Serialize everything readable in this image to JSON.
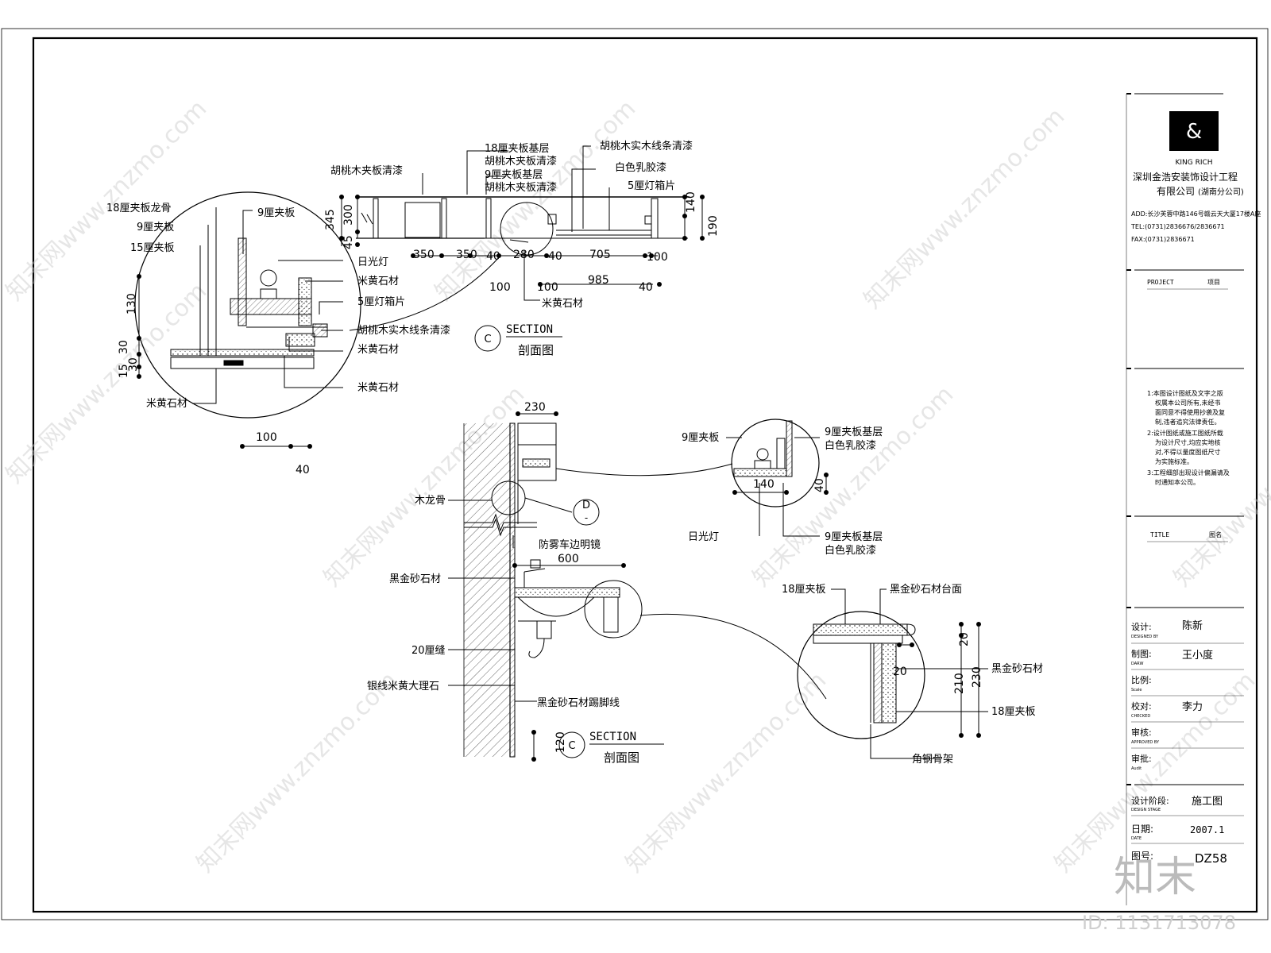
{
  "watermark": {
    "text": "知末网www.znzmo.com",
    "logo": "知末",
    "id": "ID: 1131713078"
  },
  "title_block": {
    "brand": "KING RICH",
    "company_line1": "深圳金浩安装饰设计工程",
    "company_line2": "有限公司",
    "company_branch": "(湖南分公司)",
    "address": "ADD:长沙芙蓉中路146号赣云天大厦17楼A座",
    "tel": "TEL:(0731)2836676/2836671",
    "fax": "FAX:(0731)2836671",
    "project_label_en": "PROJECT",
    "project_label_cn": "项目",
    "notes": [
      "1:本图设计图纸及文字之版",
      "权属本公司所有,未经书",
      "面同意不得使用抄袭及复",
      "制,违者追究法律责任。",
      "2:设计图纸或施工图纸所载",
      "为设计尺寸,均应实地核",
      "对,不得以量度图纸尺寸",
      "为实施标准。",
      "3:工程细部出现设计偏漏请及",
      "时通知本公司。"
    ],
    "title_label_en": "TITLE",
    "title_label_cn": "图名",
    "rows": [
      {
        "cn": "设计:",
        "en": "DESIGNED BY",
        "value": "陈新"
      },
      {
        "cn": "制图:",
        "en": "DARW",
        "value": "王小度"
      },
      {
        "cn": "比例:",
        "en": "Scale",
        "value": ""
      },
      {
        "cn": "校对:",
        "en": "CHECKED",
        "value": "李力"
      },
      {
        "cn": "审核:",
        "en": "APPROVED BY",
        "value": ""
      },
      {
        "cn": "审批:",
        "en": "Audit",
        "value": ""
      }
    ],
    "stage_cn": "设计阶段:",
    "stage_en": "DESIGN STAGE",
    "stage_value": "施工图",
    "date_cn": "日期:",
    "date_en": "DATE",
    "date_value": "2007.1",
    "drawing_no_cn": "图号:",
    "drawing_no_value": "DZ58"
  },
  "section_top": {
    "marker": "C",
    "section_en": "SECTION",
    "section_cn": "剖面图",
    "labels": {
      "walnut_veneer": "胡桃木夹板清漆",
      "base18_a": "18厘夹板基层",
      "base18_b": "胡桃木夹板清漆",
      "base9_a": "9厘夹板基层",
      "base9_b": "胡桃木夹板清漆",
      "walnut_strip": "胡桃木实木线条清漆",
      "white_latex": "白色乳胶漆",
      "light_box": "5厘灯箱片",
      "beige_stone": "米黄石材"
    },
    "dims": {
      "d345": "345",
      "d300": "300",
      "d45": "45",
      "d350a": "350",
      "d350b": "350",
      "d40a": "40",
      "d280": "280",
      "d40b": "40",
      "d705": "705",
      "d100a": "100",
      "d100b": "100",
      "d100c": "100",
      "d985": "985",
      "d40c": "40",
      "d140": "140",
      "d190": "190"
    }
  },
  "detail_ceiling": {
    "labels": {
      "keel18": "18厘夹板龙骨",
      "ply9a": "9厘夹板",
      "ply15": "15厘夹板",
      "ply9b": "9厘夹板",
      "fluorescent": "日光灯",
      "beige1": "米黄石材",
      "lightbox": "5厘灯箱片",
      "walnut_strip": "胡桃木实木线条清漆",
      "beige2": "米黄石材",
      "beige3": "米黄石材",
      "beige4": "米黄石材"
    },
    "dims": {
      "d130": "130",
      "d30a": "30",
      "d15": "15",
      "d30b": "30",
      "d100": "100",
      "d40": "40"
    }
  },
  "section_vanity": {
    "marker": "C",
    "section_en": "SECTION",
    "section_cn": "剖面图",
    "detail_marker": "D",
    "detail_marker_sub": "-",
    "labels": {
      "keel": "木龙骨",
      "mirror": "防雾车边明镜",
      "black_stone": "黑金砂石材",
      "gap20": "20厘缝",
      "marble": "银线米黄大理石",
      "skirting": "黑金砂石材踢脚线"
    },
    "dims": {
      "d230": "230",
      "d600": "600",
      "d120": "120"
    }
  },
  "detail_mirror_light": {
    "labels": {
      "ply9": "9厘夹板",
      "base_a1": "9厘夹板基层",
      "base_a2": "白色乳胶漆",
      "fluorescent": "日光灯",
      "base_b1": "9厘夹板基层",
      "base_b2": "白色乳胶漆"
    },
    "dims": {
      "d140": "140",
      "d40": "40"
    }
  },
  "detail_counter": {
    "labels": {
      "ply18a": "18厘夹板",
      "top": "黑金砂石材台面",
      "black_stone": "黑金砂石材",
      "ply18b": "18厘夹板",
      "angle_steel": "角钢骨架"
    },
    "dims": {
      "d20a": "20",
      "d20b": "20",
      "d210": "210",
      "d230": "230"
    }
  }
}
